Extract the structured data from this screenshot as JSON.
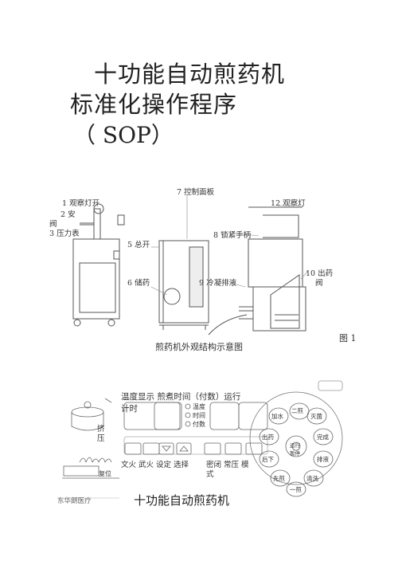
{
  "document": {
    "title_line1": "十功能自动煎药机",
    "title_line2": "标准化操作程序",
    "title_line3": "（ SOP）"
  },
  "figure1": {
    "labels": {
      "control_panel": "7 控制面板",
      "observation_light_on": "1 观察灯开",
      "safety_valve": "2 安",
      "safety_valve_2": "阀",
      "pressure_gauge": "3 压力表",
      "observation_light": "12 观察灯",
      "lock_handle": "8 锁紧手柄",
      "main_switch": "5 总开",
      "drug_storage": "6 储药",
      "condensate_drain": "9 冷凝排液",
      "drug_outlet": "10 出药",
      "drug_outlet_2": "阀"
    },
    "fig_number": "图 1",
    "caption": "煎药机外观结构示意图"
  },
  "figure2": {
    "top_label": "温度显示 煎煮时间（付数）运行",
    "top_label_2": "计时",
    "indicator_labels": [
      "温度",
      "时间",
      "付数"
    ],
    "bottom_labels": "文火 武火  设定   选择",
    "mode_labels": "密闭  常压  模",
    "mode_labels_2": "式",
    "left_labels": [
      "挤",
      "压"
    ],
    "reset_label": "复位",
    "title": "十功能自动煎药机",
    "brand": "东华朗医疗",
    "dial_labels": [
      "二煎",
      "加水",
      "灭菌",
      "出药",
      "完成",
      "运行",
      "暂停",
      "后下",
      "排液",
      "先煎",
      "清洗",
      "一煎"
    ]
  }
}
